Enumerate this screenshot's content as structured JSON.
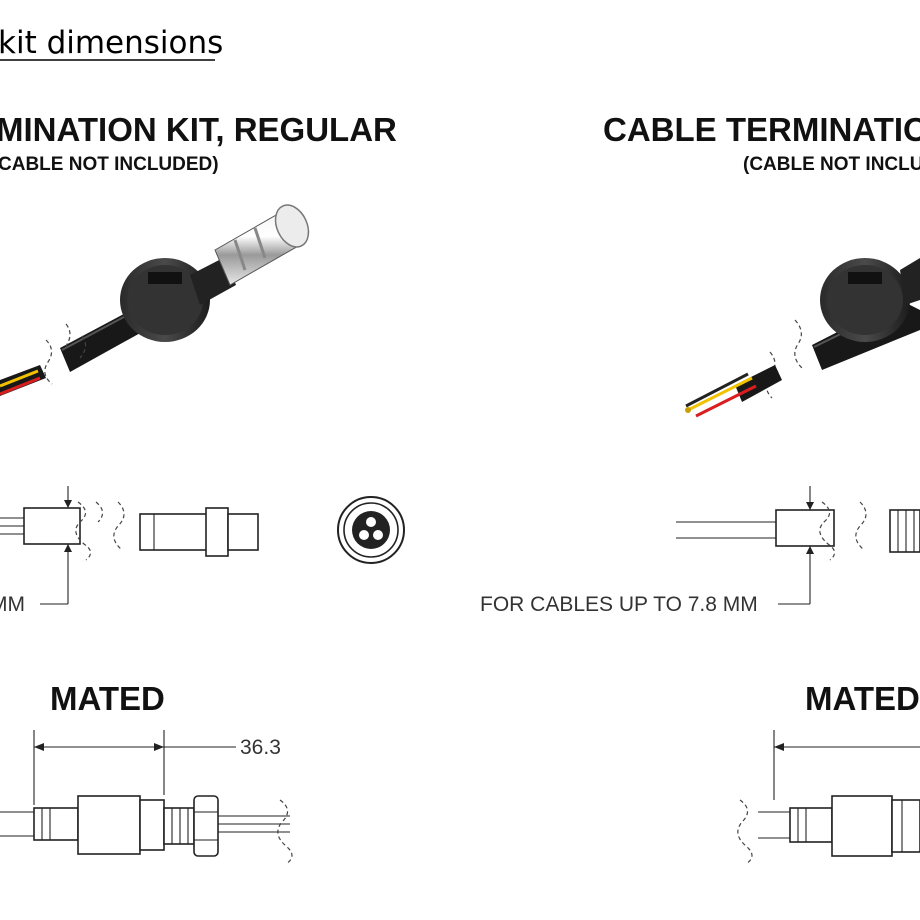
{
  "page_title": "kit dimensions",
  "left_panel": {
    "heading": "MINATION KIT, REGULAR",
    "subheading": "CABLE NOT INCLUDED)",
    "cable_note": "MM",
    "mated_label": "MATED",
    "dimension_value": "36.3"
  },
  "right_panel": {
    "heading": "CABLE TERMINATION",
    "subheading": "(CABLE NOT INCLU",
    "cable_note": "FOR CABLES UP TO 7.8 MM",
    "mated_label": "MATED"
  },
  "colors": {
    "wire_red": "#d81e1e",
    "wire_yellow": "#f2c200",
    "wire_black": "#111111",
    "cable_jacket": "#181818"
  }
}
